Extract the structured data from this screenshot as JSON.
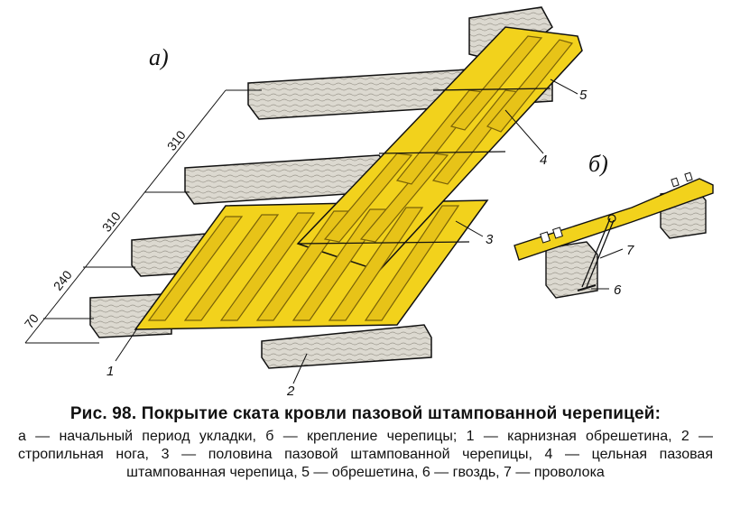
{
  "figure": {
    "panel_a": "а)",
    "panel_b": "б)",
    "dimensions": [
      "310",
      "310",
      "240",
      "70"
    ],
    "callouts": {
      "n1": "1",
      "n2": "2",
      "n3": "3",
      "n4": "4",
      "n5": "5",
      "n6": "6",
      "n7": "7"
    },
    "colors": {
      "tile": "#f2d21c",
      "tile_dark": "#b99512",
      "wood": "#d9d6cc",
      "ink": "#111111"
    }
  },
  "caption": {
    "title": "Рис. 98. Покрытие ската кровли пазовой штампованной черепицей:",
    "legend": "а — начальный период укладки, б — крепление черепицы; 1 — карнизная обрешетина, 2 — стропильная нога, 3 — половина пазовой штампованной черепицы, 4 — цельная пазовая штампованная черепица, 5 — обрешетина, 6 — гвоздь, 7 — проволока"
  }
}
